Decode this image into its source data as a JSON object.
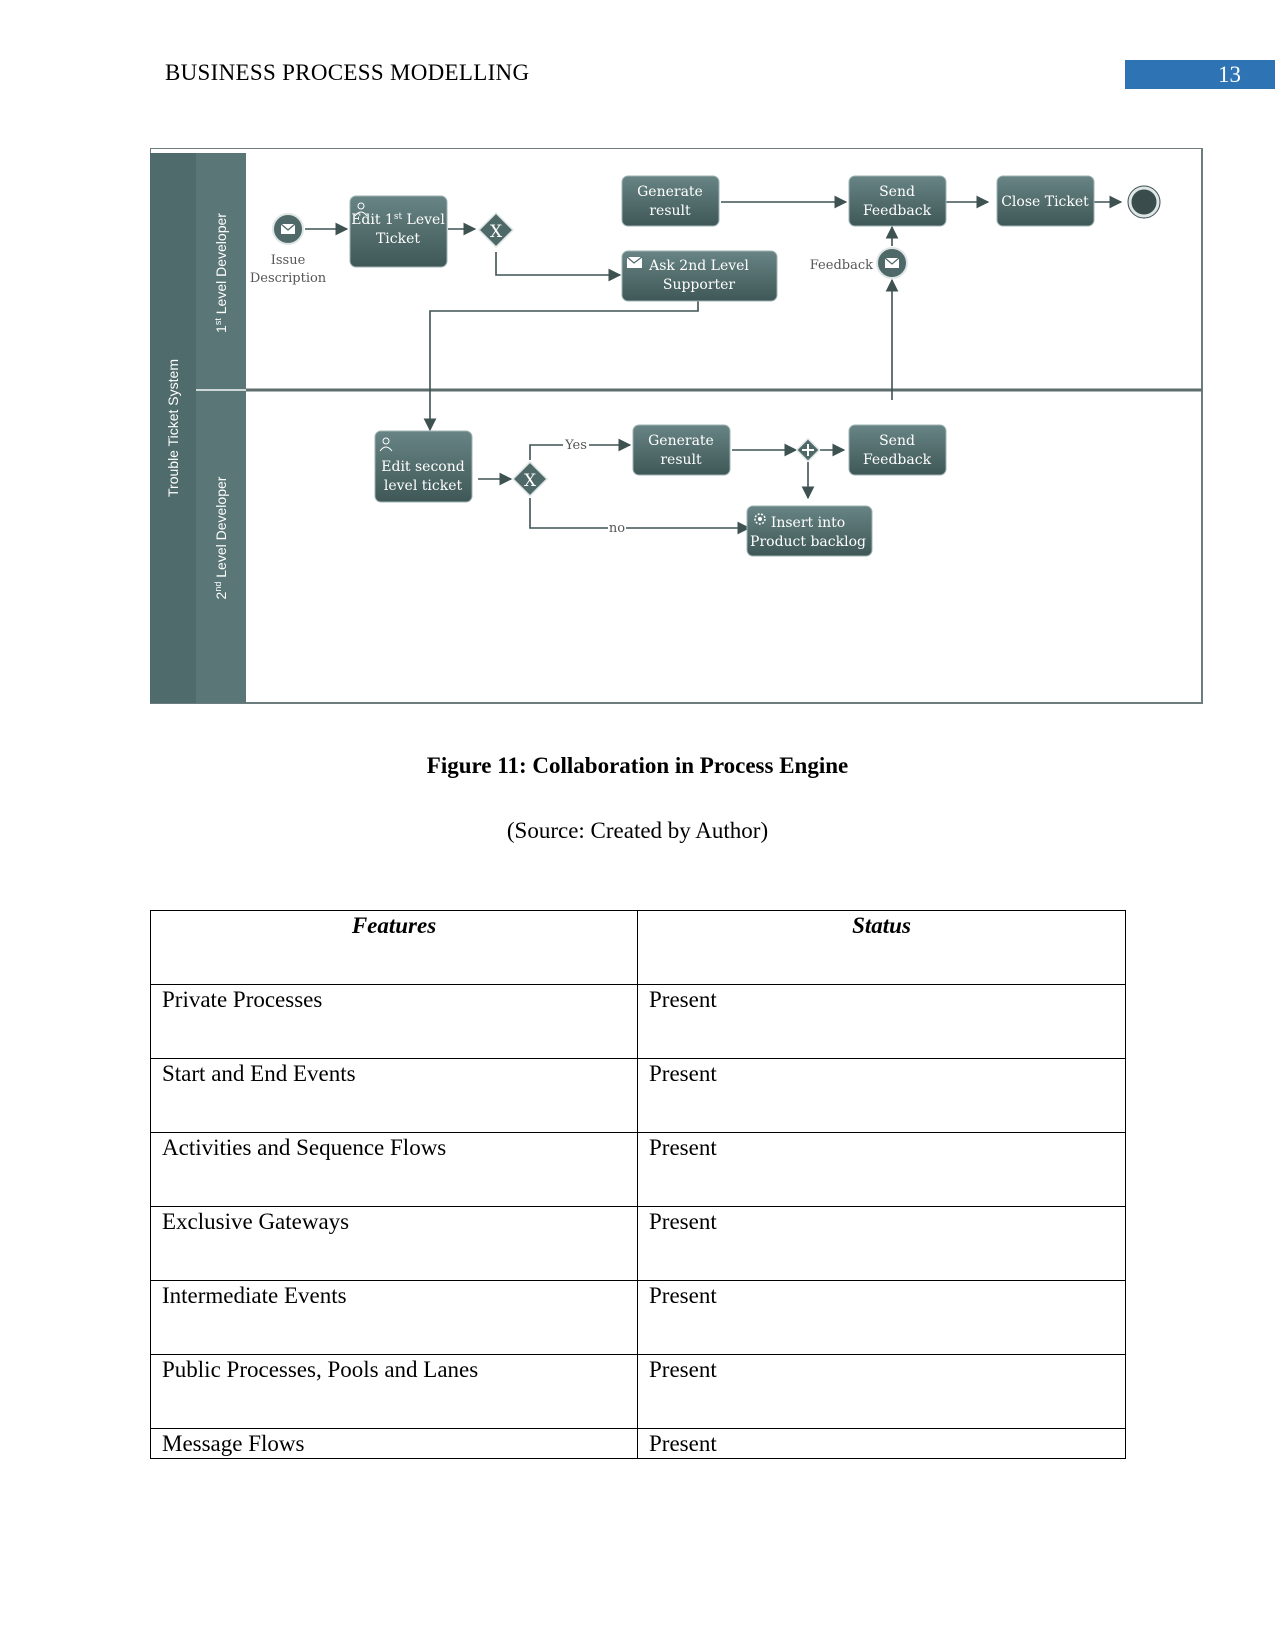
{
  "header": {
    "title": "BUSINESS PROCESS MODELLING",
    "page_number": "13"
  },
  "diagram": {
    "pool": "Trouble Ticket System",
    "lanes": {
      "first_main": "1",
      "first_sup": "st",
      "first_rest": " Level Developer",
      "second_main": "2",
      "second_sup": "nd",
      "second_rest": " Level Developer"
    },
    "issue_line1": "Issue",
    "issue_line2": "Description",
    "edit_first_a": "Edit 1",
    "edit_first_sup": "st",
    "edit_first_b": " Level",
    "edit_first_c": "Ticket",
    "generate1_a": "Generate",
    "generate1_b": "result",
    "send1_a": "Send",
    "send1_b": "Feedback",
    "close_ticket": "Close Ticket",
    "ask_a": "Ask 2nd Level",
    "ask_b": "Supporter",
    "feedback_label": "Feedback",
    "edit_second_a": "Edit second",
    "edit_second_b": "level ticket",
    "yes_label": "Yes",
    "no_label": "no",
    "generate2_a": "Generate",
    "generate2_b": "result",
    "send2_a": "Send",
    "send2_b": "Feedback",
    "insert_a": "Insert into",
    "insert_b": "Product backlog",
    "gateway_x": "X",
    "colors": {
      "band": "#4f6b6b",
      "task": "#4f6969",
      "accent_blue": "#2e74b5"
    }
  },
  "figure_caption": "Figure 11: Collaboration in Process Engine",
  "source_caption": "(Source: Created by Author)",
  "table": {
    "headers": [
      "Features",
      "Status"
    ],
    "rows": [
      [
        "Private Processes",
        "Present"
      ],
      [
        "Start and End Events",
        "Present"
      ],
      [
        "Activities and Sequence Flows",
        "Present"
      ],
      [
        "Exclusive Gateways",
        "Present"
      ],
      [
        "Intermediate Events",
        "Present"
      ],
      [
        "Public Processes, Pools and Lanes",
        "Present"
      ],
      [
        "Message Flows",
        "Present"
      ]
    ]
  }
}
